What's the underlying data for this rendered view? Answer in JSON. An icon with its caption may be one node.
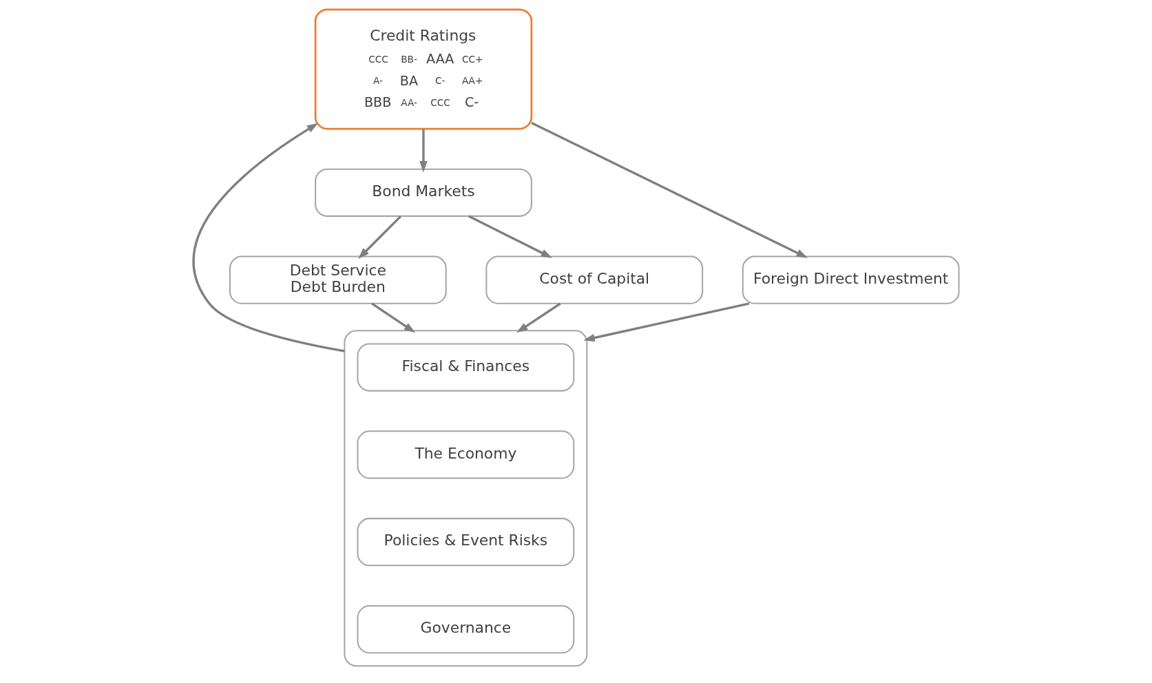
{
  "diagram": {
    "nodes": [
      {
        "text": [
          "Debt Service",
          "Debt Burden"
        ]
      },
      {
        "text": [
          "Cost of Capital"
        ]
      },
      {
        "text": [],
        "shape": "box"
      },
      {
        "text": [
          "Fiscal & Finances"
        ],
        "in": 2
      },
      {
        "text": [
          "The Economy"
        ],
        "in": 2
      },
      {
        "text": [
          "Policies & Event Risks"
        ],
        "in": 2
      },
      {
        "text": [
          "Governance"
        ],
        "in": 2
      },
      {
        "text": [
          "Bond Markets"
        ]
      },
      {
        "text": [
          "Credit Ratings",
          "CCC",
          "BB-",
          "AAA",
          "CC+",
          "A-",
          "BA",
          "C-",
          "AA+",
          "BBB",
          "AA-",
          "CCC",
          "C-"
        ]
      },
      {
        "text": [
          "Foreign Direct Investment"
        ]
      }
    ],
    "edges": [
      {
        "from": 7,
        "to": 0,
        "arrow": "to"
      },
      {
        "from": 7,
        "to": 1,
        "arrow": "to"
      },
      {
        "from": 0,
        "to": 2,
        "arrow": "to"
      },
      {
        "from": 1,
        "to": 2,
        "arrow": "to"
      },
      {
        "from": 2,
        "to": 8,
        "arrow": "to"
      },
      {
        "from": 8,
        "to": 7,
        "arrow": "to"
      },
      {
        "from": 8,
        "to": 9,
        "arrow": "to"
      },
      {
        "from": 9,
        "to": 2,
        "arrow": "to"
      }
    ]
  }
}
